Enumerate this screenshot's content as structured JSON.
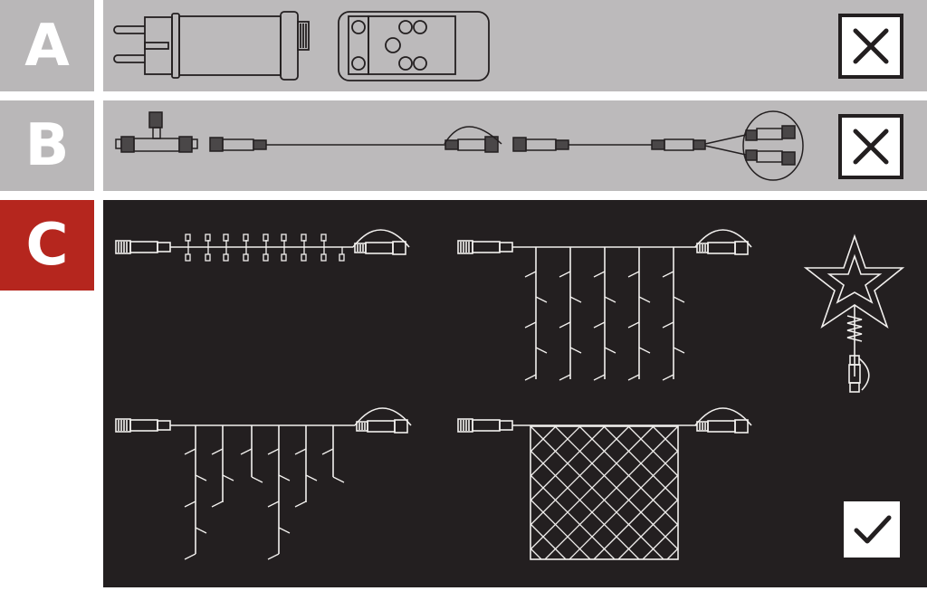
{
  "rows": [
    {
      "label": "A",
      "label_bg": "#b9b7b8",
      "panel_bg": "#bcbabb",
      "items": [
        "power-adapter",
        "remote-control"
      ],
      "status": "excluded",
      "status_icon": "cross-icon"
    },
    {
      "label": "B",
      "label_bg": "#b9b7b8",
      "panel_bg": "#bcbabb",
      "items": [
        "t-connector",
        "extension-cable",
        "y-splitter-cable"
      ],
      "status": "excluded",
      "status_icon": "cross-icon"
    },
    {
      "label": "C",
      "label_bg": "#b5261e",
      "panel_bg": "#231f20",
      "items": [
        "string-lights",
        "curtain-lights",
        "star-tree-topper",
        "icicle-lights",
        "net-lights"
      ],
      "status": "included",
      "status_icon": "check-icon"
    }
  ],
  "colors": {
    "accent_red": "#b5261e",
    "gray": "#bcbabb",
    "dark": "#231f20",
    "line_dark": "#231f20",
    "line_light": "#f2f0ee"
  }
}
